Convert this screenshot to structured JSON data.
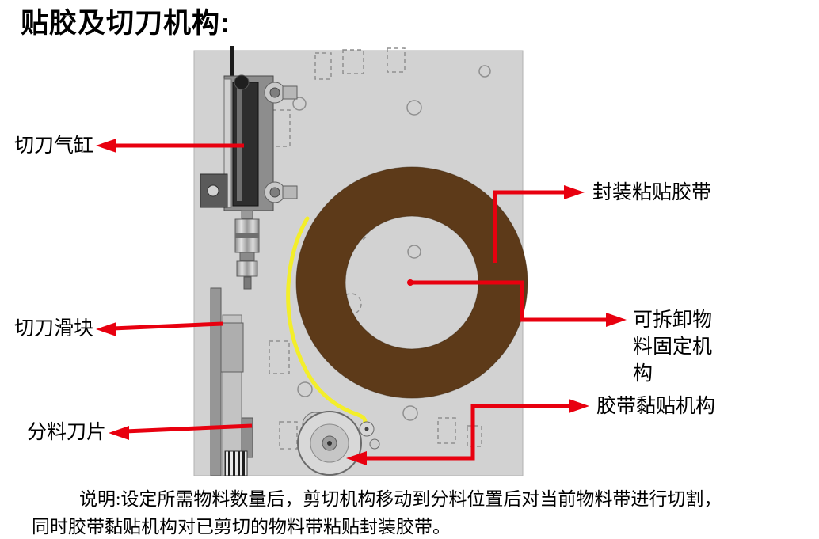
{
  "page": {
    "title": "贴胶及切刀机构:",
    "description": {
      "line1": "说明:设定所需物料数量后，剪切机构移动到分料位置后对当前物料带进行切割，",
      "line2": "同时胶带黏贴机构对已剪切的物料带粘贴封装胶带。"
    }
  },
  "annotations": {
    "cutter_cylinder": {
      "label": "切刀气缸"
    },
    "cutter_slider": {
      "label": "切刀滑块"
    },
    "separating_blade": {
      "label": "分料刀片"
    },
    "packaging_tape": {
      "label": "封装粘贴胶带"
    },
    "removable_fixture": {
      "label": "可拆卸物料固定机构"
    },
    "tape_sticking": {
      "label": "胶带黏贴机构"
    }
  },
  "colors": {
    "annotation_red": "#e8000f",
    "tape_roll_brown": "#5d3a19",
    "plate_gray": "#d2d2d2",
    "tape_path_yellow": "#f3ee2a",
    "background": "#ffffff"
  }
}
